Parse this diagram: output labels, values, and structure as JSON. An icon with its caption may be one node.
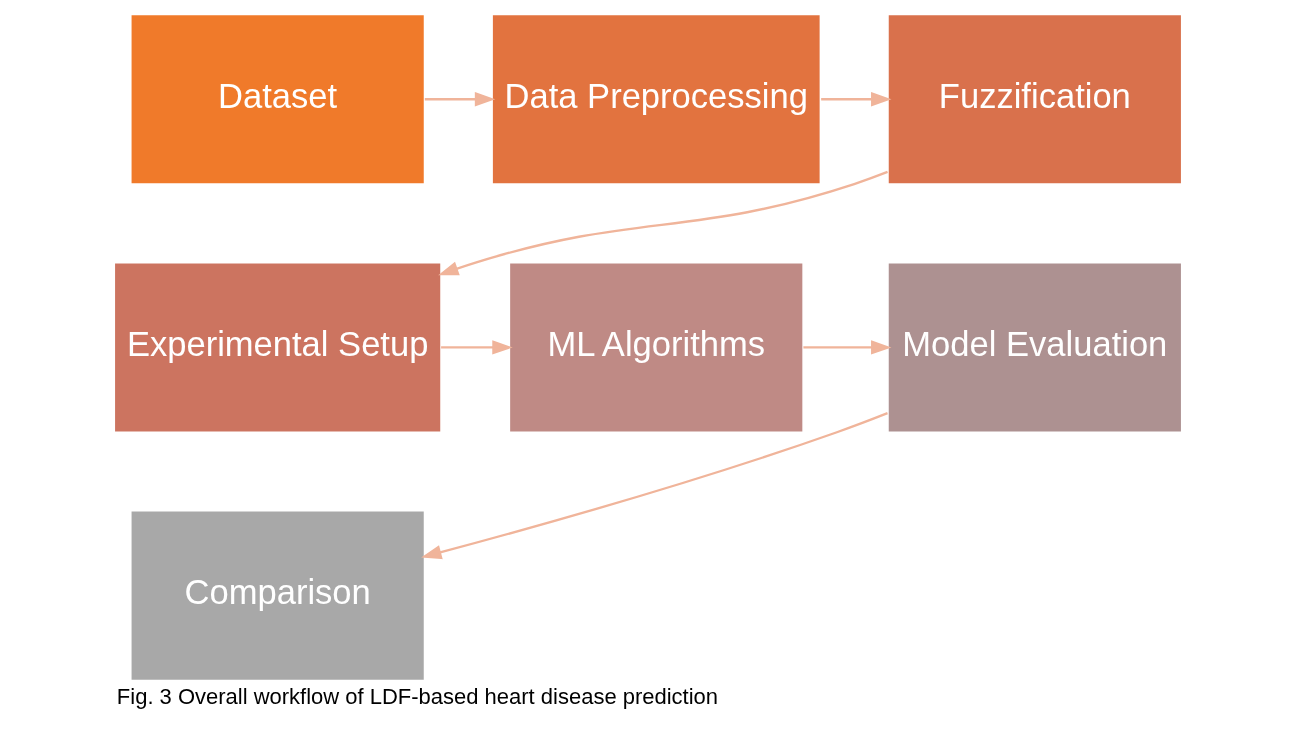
{
  "diagram": {
    "caption": "Fig. 3 Overall workflow of LDF-based heart disease prediction",
    "nodes": [
      {
        "text": [
          "Dataset"
        ]
      },
      {
        "text": [
          "Data Preprocessing"
        ]
      },
      {
        "text": [
          "Fuzzification"
        ]
      },
      {
        "text": [
          "Experimental Setup"
        ]
      },
      {
        "text": [
          "ML Algorithms"
        ]
      },
      {
        "text": [
          "Model Evaluation"
        ]
      },
      {
        "text": [
          "Comparison"
        ]
      }
    ],
    "edges": [
      {
        "from": 0,
        "to": 1,
        "arrow": "to"
      },
      {
        "from": 1,
        "to": 2,
        "arrow": "to"
      },
      {
        "from": 2,
        "to": 3,
        "arrow": "to"
      },
      {
        "from": 3,
        "to": 4,
        "arrow": "to"
      },
      {
        "from": 4,
        "to": 5,
        "arrow": "to"
      },
      {
        "from": 5,
        "to": 6,
        "arrow": "to"
      }
    ]
  }
}
